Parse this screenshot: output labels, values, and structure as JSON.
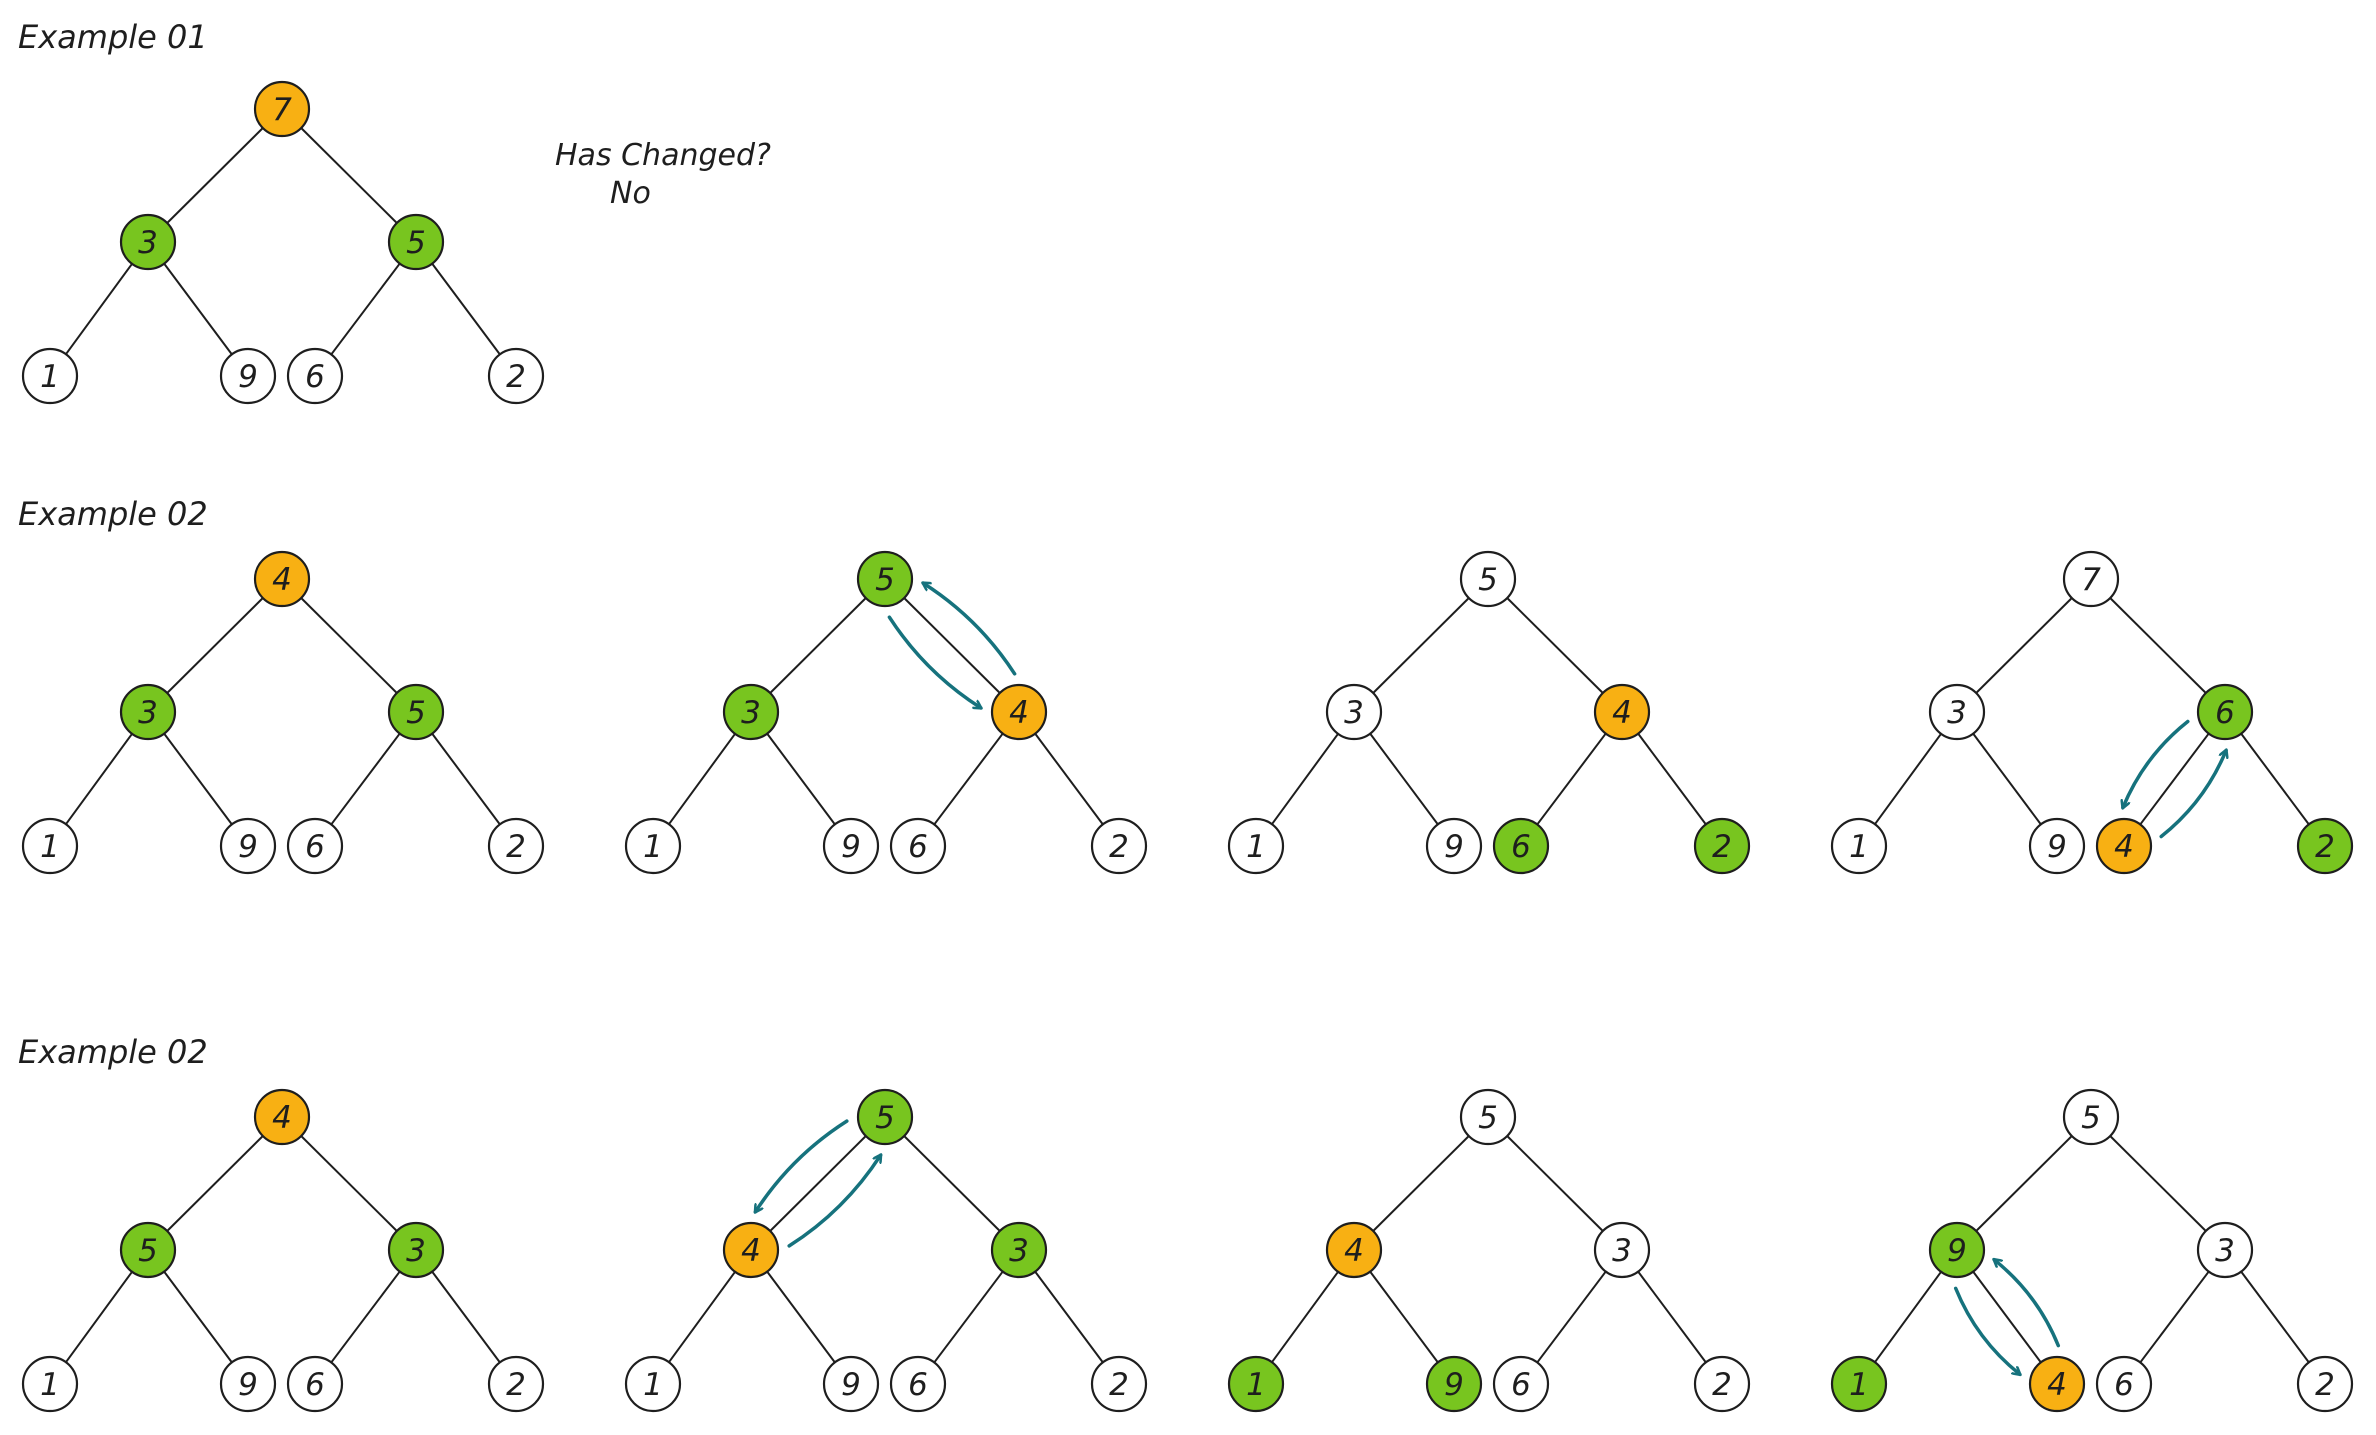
{
  "colors": {
    "orange": "#f8b013",
    "green": "#78c51f",
    "white": "#ffffff",
    "stroke": "#1e1e1e",
    "arrow": "#16727d"
  },
  "labels": {
    "example1": "Example 01",
    "example2": "Example 02",
    "example3": "Example 02",
    "has_changed": "Has Changed?",
    "has_changed_answer": "No"
  },
  "trees": [
    {
      "id": "r1-t1",
      "values": [
        "7",
        "3",
        "5",
        "1",
        "9",
        "6",
        "2"
      ],
      "fills": [
        "orange",
        "green",
        "green",
        "white",
        "white",
        "white",
        "white"
      ],
      "arrows": []
    },
    {
      "id": "r2-t1",
      "values": [
        "4",
        "3",
        "5",
        "1",
        "9",
        "6",
        "2"
      ],
      "fills": [
        "orange",
        "green",
        "green",
        "white",
        "white",
        "white",
        "white"
      ],
      "arrows": []
    },
    {
      "id": "r2-t2",
      "values": [
        "5",
        "3",
        "4",
        "1",
        "9",
        "6",
        "2"
      ],
      "fills": [
        "green",
        "green",
        "orange",
        "white",
        "white",
        "white",
        "white"
      ],
      "arrows": [
        [
          0,
          2
        ]
      ]
    },
    {
      "id": "r2-t3",
      "values": [
        "5",
        "3",
        "4",
        "1",
        "9",
        "6",
        "2"
      ],
      "fills": [
        "white",
        "white",
        "orange",
        "white",
        "white",
        "green",
        "green"
      ],
      "arrows": []
    },
    {
      "id": "r2-t4",
      "values": [
        "7",
        "3",
        "6",
        "1",
        "9",
        "4",
        "2"
      ],
      "fills": [
        "white",
        "white",
        "green",
        "white",
        "white",
        "orange",
        "green"
      ],
      "arrows": [
        [
          2,
          5
        ]
      ]
    },
    {
      "id": "r3-t1",
      "values": [
        "4",
        "5",
        "3",
        "1",
        "9",
        "6",
        "2"
      ],
      "fills": [
        "orange",
        "green",
        "green",
        "white",
        "white",
        "white",
        "white"
      ],
      "arrows": []
    },
    {
      "id": "r3-t2",
      "values": [
        "5",
        "4",
        "3",
        "1",
        "9",
        "6",
        "2"
      ],
      "fills": [
        "green",
        "orange",
        "green",
        "white",
        "white",
        "white",
        "white"
      ],
      "arrows": [
        [
          0,
          1
        ]
      ]
    },
    {
      "id": "r3-t3",
      "values": [
        "5",
        "4",
        "3",
        "1",
        "9",
        "6",
        "2"
      ],
      "fills": [
        "white",
        "orange",
        "white",
        "green",
        "green",
        "white",
        "white"
      ],
      "arrows": []
    },
    {
      "id": "r3-t4",
      "values": [
        "5",
        "9",
        "3",
        "1",
        "4",
        "6",
        "2"
      ],
      "fills": [
        "white",
        "green",
        "white",
        "green",
        "orange",
        "white",
        "white"
      ],
      "arrows": [
        [
          1,
          4
        ]
      ]
    }
  ]
}
